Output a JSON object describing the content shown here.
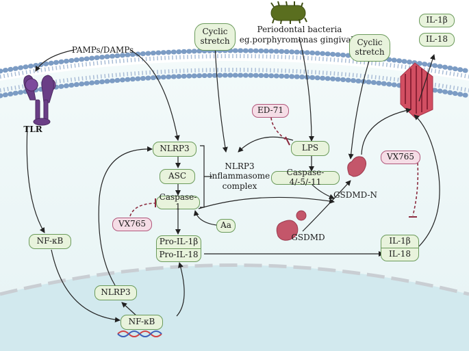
{
  "labels": {
    "pamps": "PAMPs/DAMPs",
    "tlr": "TLR",
    "bacteria_line1": "Periodontal bacteria",
    "bacteria_line2": "eg.porphyromonas gingivalis",
    "inflammasome": "NLRP3 inflammasome complex",
    "gsdmd_n": "GSDMD-N",
    "gsdmd": "GSDMD"
  },
  "boxes": {
    "cyclic_left": "Cyclic stretch",
    "cyclic_right": "Cyclic stretch",
    "il1b_top": "IL-1β",
    "il18_top": "IL-18",
    "ed71": "ED-71",
    "lps": "LPS",
    "nlrp3": "NLRP3",
    "asc": "ASC",
    "caspase1": "Caspase-1",
    "caspase4511": "Caspase-4/-5/-11",
    "vx765_left": "VX765",
    "vx765_right": "VX765",
    "aa": "Aa",
    "nfkb_left": "NF-κB",
    "pro_il1b": "Pro-IL-1β",
    "pro_il18": "Pro-IL-18",
    "il1b_mid": "IL-1β",
    "il18_mid": "IL-18",
    "nlrp3_nuc": "NLRP3",
    "nfkb_nuc": "NF-κB"
  }
}
